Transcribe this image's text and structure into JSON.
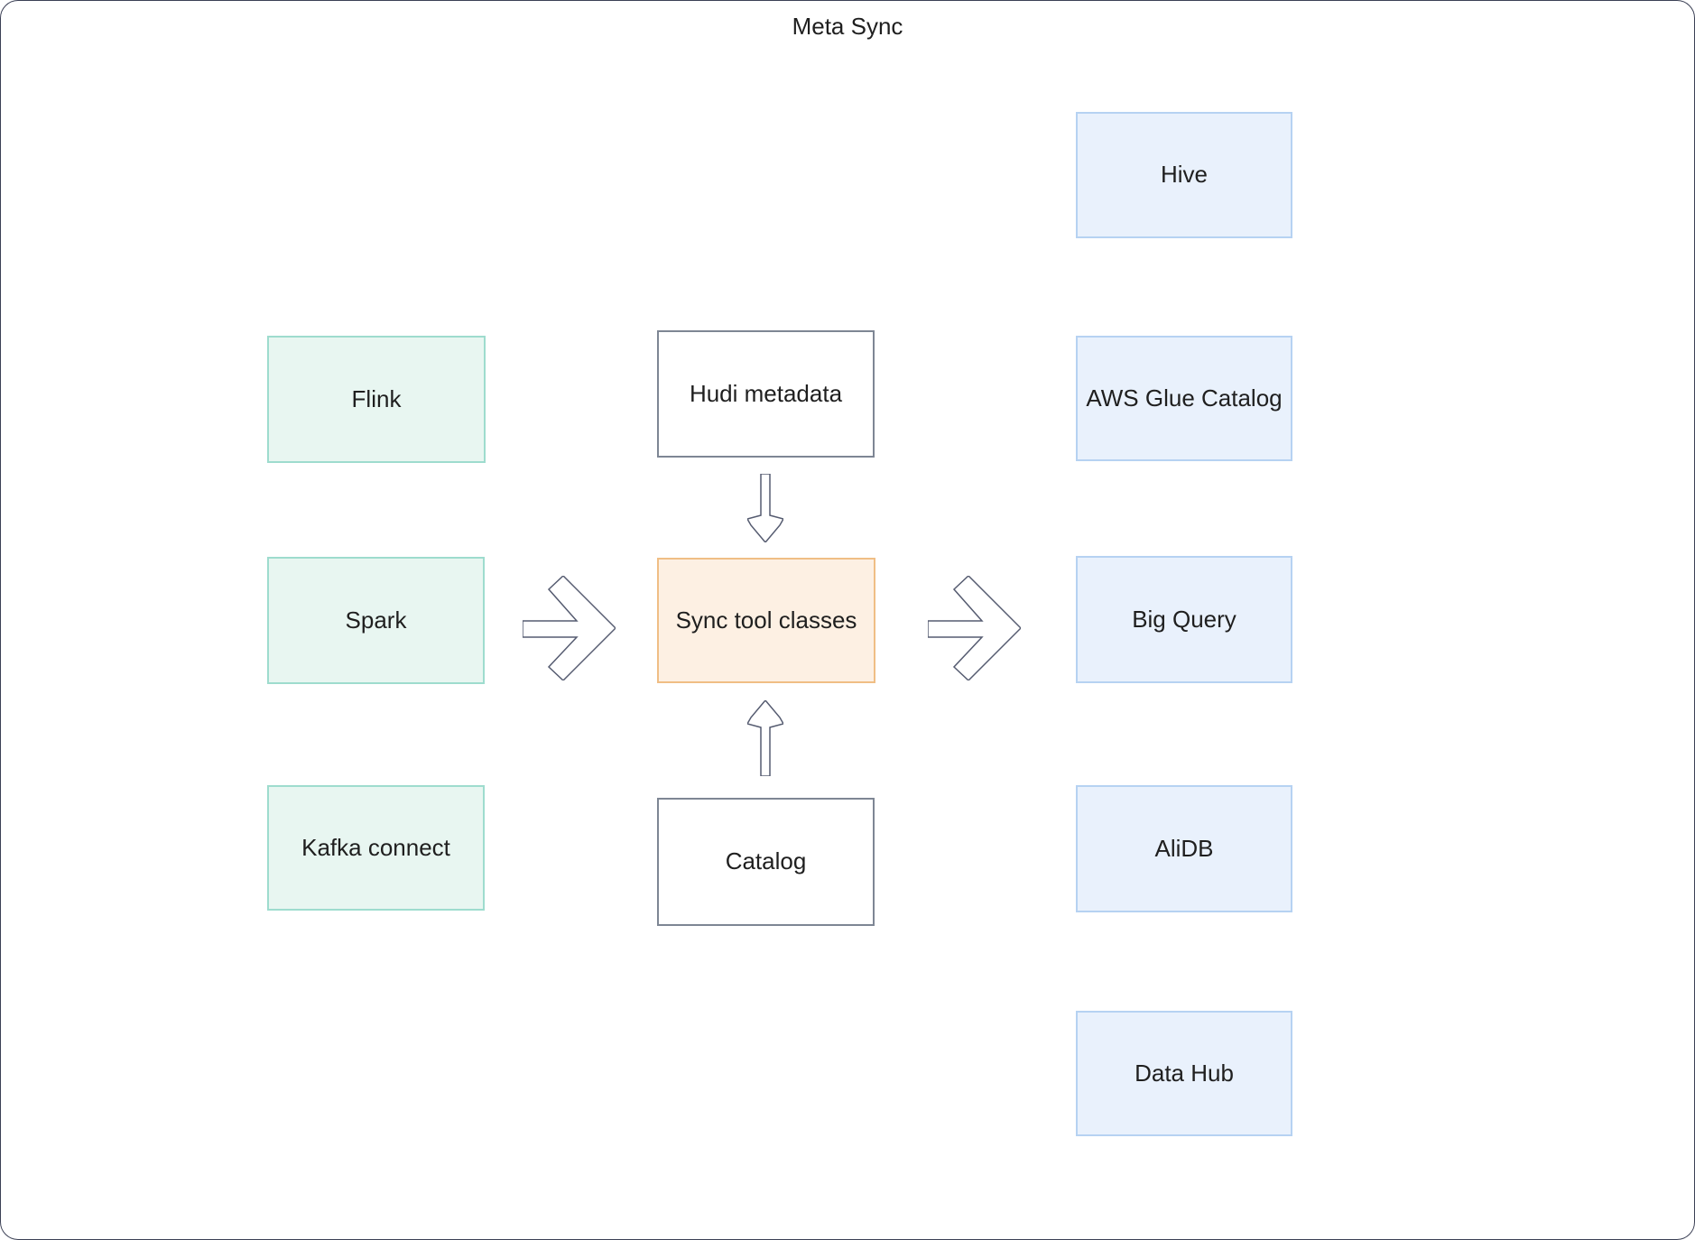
{
  "title": "Meta Sync",
  "colors": {
    "bg": "#ffffff",
    "text": "#1f1f1f",
    "outer_border": "#3b4055",
    "source_fill": "#e8f6f1",
    "source_border": "#9edcce",
    "target_fill": "#e9f1fc",
    "target_border": "#b6d2f2",
    "plain_fill": "#ffffff",
    "plain_border": "#7e8694",
    "accent_fill": "#fdf0e3",
    "accent_border": "#f0be85",
    "arrow_stroke": "#555b70",
    "arrow_fill": "#ffffff"
  },
  "nodes": {
    "flink": {
      "label": "Flink"
    },
    "spark": {
      "label": "Spark"
    },
    "kafka": {
      "label": "Kafka connect"
    },
    "hudi": {
      "label": "Hudi metadata"
    },
    "sync": {
      "label": "Sync tool classes"
    },
    "catalog": {
      "label": "Catalog"
    },
    "hive": {
      "label": "Hive"
    },
    "aws": {
      "label": "AWS Glue Catalog"
    },
    "bigquery": {
      "label": "Big Query"
    },
    "alidb": {
      "label": "AliDB"
    },
    "datahub": {
      "label": "Data Hub"
    }
  },
  "arrows": [
    {
      "from": "sources (Flink / Spark / Kafka connect)",
      "to": "Sync tool classes",
      "direction": "right"
    },
    {
      "from": "Hudi metadata",
      "to": "Sync tool classes",
      "direction": "down"
    },
    {
      "from": "Catalog",
      "to": "Sync tool classes",
      "direction": "up"
    },
    {
      "from": "Sync tool classes",
      "to": "targets (Hive / AWS Glue Catalog / Big Query / AliDB / Data Hub)",
      "direction": "right"
    }
  ]
}
